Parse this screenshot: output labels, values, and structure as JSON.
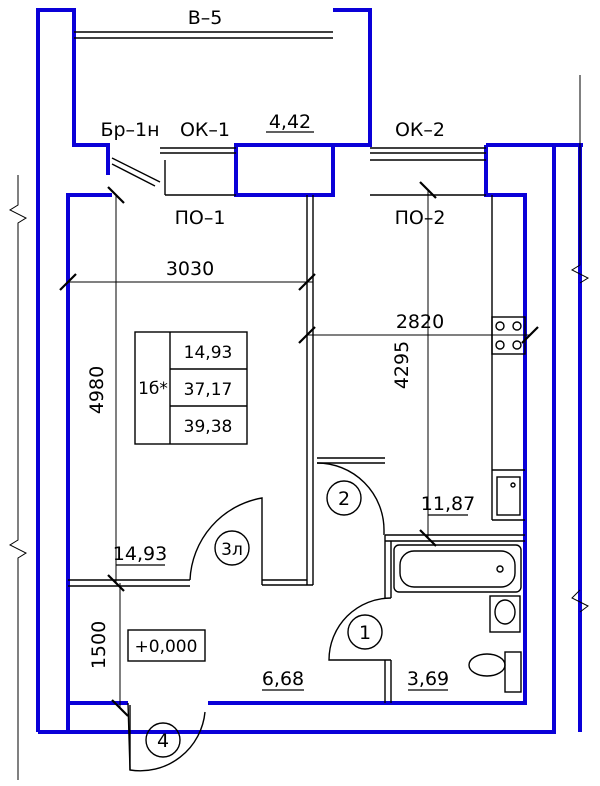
{
  "labels": {
    "balcony": "В–5",
    "balcony_door": "Бр–1н",
    "window_1": "ОК–1",
    "window_2": "ОК–2",
    "balcony_area": "4,42",
    "lintel_1": "ПО–1",
    "lintel_2": "ПО–2"
  },
  "dimensions": {
    "room_width": "3030",
    "kitchen_width": "2820",
    "room_depth": "4980",
    "kitchen_depth": "4295",
    "hall_depth": "1500"
  },
  "apartment_table": {
    "type": "1б*",
    "living_area": "14,93",
    "total_area": "37,17",
    "area_with_balcony": "39,38"
  },
  "areas": {
    "living_room": "14,93",
    "kitchen": "11,87",
    "hallway": "6,68",
    "bathroom": "3,69"
  },
  "level_mark": "+0,000",
  "room_numbers": {
    "r1": "1",
    "r2": "2",
    "r3": "3л",
    "r4": "4"
  },
  "colors": {
    "walls": "#0a00d8",
    "lines": "#000000"
  }
}
